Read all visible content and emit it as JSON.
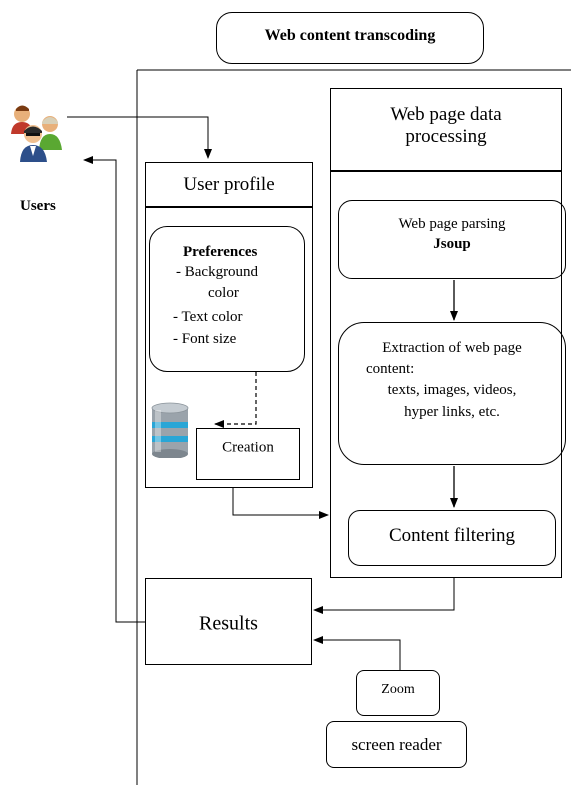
{
  "title": "Web content transcoding",
  "users": {
    "label": "Users",
    "icon": "users-group-icon"
  },
  "user_profile": {
    "heading": "User profile",
    "preferences": {
      "title": "Preferences",
      "lines": [
        "- Background",
        "color",
        "- Text color",
        "- Font size"
      ]
    },
    "database_icon": "database-icon",
    "creation_label": "Creation"
  },
  "processing": {
    "heading_line1": "Web page data",
    "heading_line2": "processing",
    "parsing_line1": "Web page parsing",
    "parsing_line2": "Jsoup",
    "extraction_lines": [
      "Extraction of web page",
      "content:",
      "texts, images,  videos,",
      "hyper links, etc."
    ],
    "filtering_label": "Content filtering"
  },
  "results_label": "Results",
  "zoom_label": "Zoom",
  "screen_reader_label": "screen reader"
}
